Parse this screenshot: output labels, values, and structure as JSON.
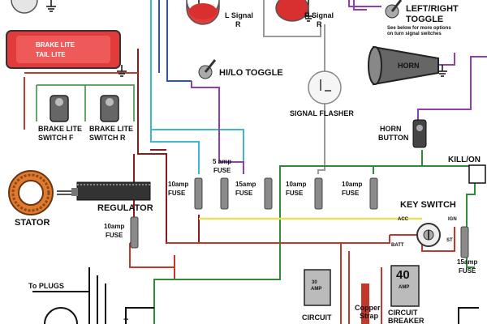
{
  "labels": {
    "l_signal": "L Signal",
    "l_signal_r": "R",
    "r_signal": "R Signal",
    "r_signal_r": "R",
    "left_right_toggle_1": "LEFT/RIGHT",
    "left_right_toggle_2": "TOGGLE",
    "toggle_note_1": "See below for more options",
    "toggle_note_2": "on turn signal switches",
    "brake_lite": "BRAKE LITE",
    "tail_lite": "TAIL LITE",
    "hi_lo_toggle": "HI/LO TOGGLE",
    "horn": "HORN",
    "brake_switch_f_1": "BRAKE LITE",
    "brake_switch_f_2": "SWITCH  F",
    "brake_switch_r_1": "BRAKE LITE",
    "brake_switch_r_2": "SWITCH  R",
    "signal_flasher": "SIGNAL FLASHER",
    "horn_button_1": "HORN",
    "horn_button_2": "BUTTON",
    "kill_on": "KILL/ON",
    "fuse5_1": "5 amp",
    "fuse5_2": "FUSE",
    "fuse10a_1": "10amp",
    "fuse10a_2": "FUSE",
    "fuse15a_1": "15amp",
    "fuse15a_2": "FUSE",
    "fuse10b_1": "10amp",
    "fuse10b_2": "FUSE",
    "fuse10c_1": "10amp",
    "fuse10c_2": "FUSE",
    "stator": "STATOR",
    "regulator": "REGULATOR",
    "fuse10d_1": "10amp",
    "fuse10d_2": "FUSE",
    "key_switch": "KEY SWITCH",
    "acc": "ACC",
    "ign": "IGN",
    "batt": "BATT",
    "st": "ST",
    "fuse15b_1": "15amp",
    "fuse15b_2": "FUSE",
    "to_plugs": "To PLUGS",
    "cb40_value": "40",
    "cb40_unit": "AMP",
    "cb30_value": "30",
    "cb30_unit": "AMP",
    "circuit": "CIRCUIT",
    "circuit_breaker_1": "CIRCUIT",
    "circuit_breaker_2": "BREAKER",
    "copper_strap_1": "Copper",
    "copper_strap_2": "Strap",
    "plus": "+"
  },
  "colors": {
    "wire_red": "#c0392b",
    "wire_darkred": "#8b1a1a",
    "wire_blue": "#2b4fd0",
    "wire_cyan": "#3fb6c9",
    "wire_green": "#2e8b3a",
    "wire_purple": "#8e3fb5",
    "wire_yellow": "#e8e05a",
    "wire_black": "#111111",
    "wire_gray": "#9a9a9a",
    "tail_lite_red": "#e23b3b",
    "fuse_gray": "#8a8a8a"
  }
}
